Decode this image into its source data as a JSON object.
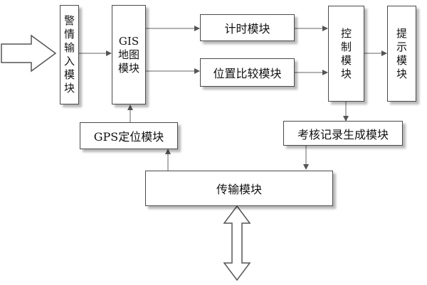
{
  "diagram": {
    "alarm_input": "警情输入模块",
    "gis_map": "GIS地图模块",
    "timer": "计时模块",
    "position_compare": "位置比较模块",
    "control": "控制模块",
    "prompt": "提示模块",
    "gps": "GPS定位模块",
    "assessment": "考核记录生成模块",
    "transmission": "传输模块"
  }
}
